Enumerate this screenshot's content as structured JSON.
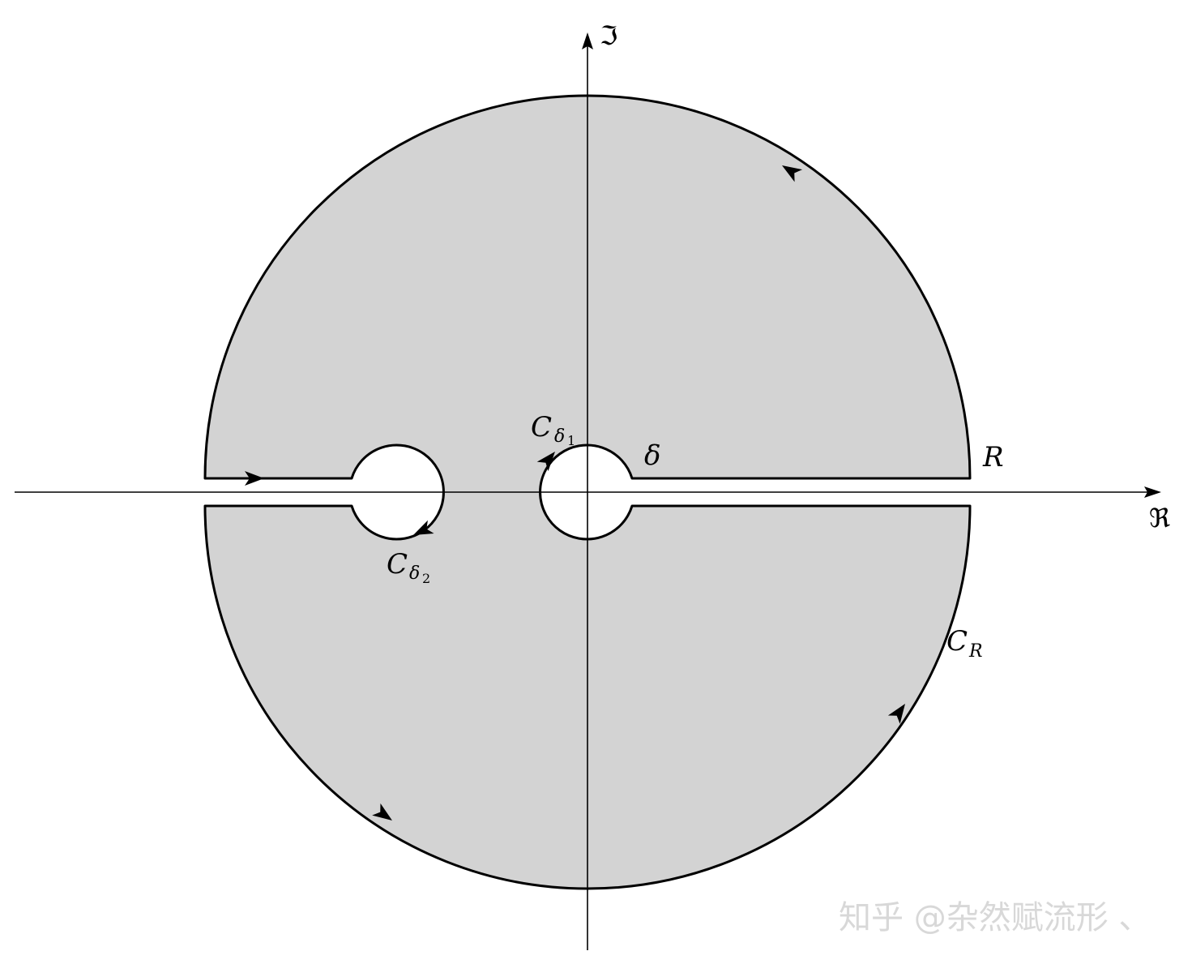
{
  "diagram": {
    "labels": {
      "imag_axis": "ℑ",
      "real_axis": "ℜ",
      "radius": "R",
      "small_radius": "δ",
      "c_delta1_main": "C",
      "c_delta1_sub": "δ",
      "c_delta1_subsub": "1",
      "c_delta2_main": "C",
      "c_delta2_sub": "δ",
      "c_delta2_subsub": "2",
      "c_r_main": "C",
      "c_r_sub": "R"
    },
    "colors": {
      "region_fill": "#d3d3d3",
      "stroke": "#000000"
    },
    "watermark": "知乎 @杂然赋流形 、"
  }
}
